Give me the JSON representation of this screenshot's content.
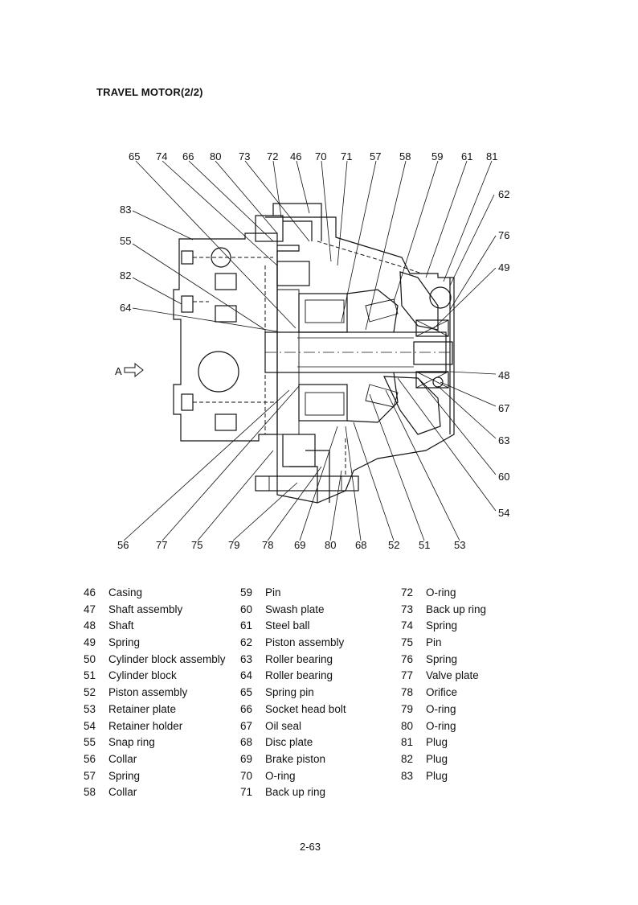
{
  "page": {
    "title": "TRAVEL MOTOR(2/2)",
    "page_number": "2-63"
  },
  "diagram": {
    "view_label": "A",
    "callouts_top": [
      "65",
      "74",
      "66",
      "80",
      "73",
      "72",
      "46",
      "70",
      "71",
      "57",
      "58",
      "59",
      "61",
      "81"
    ],
    "callouts_right": [
      "62",
      "76",
      "49",
      "48",
      "67",
      "63",
      "60",
      "54"
    ],
    "callouts_left": [
      "83",
      "55",
      "82",
      "64"
    ],
    "callouts_bottom": [
      "56",
      "77",
      "75",
      "79",
      "78",
      "69",
      "80",
      "68",
      "52",
      "51",
      "53"
    ]
  },
  "parts": {
    "columns": [
      [
        {
          "num": "46",
          "name": "Casing"
        },
        {
          "num": "47",
          "name": "Shaft assembly"
        },
        {
          "num": "48",
          "name": "Shaft"
        },
        {
          "num": "49",
          "name": "Spring"
        },
        {
          "num": "50",
          "name": "Cylinder block assembly"
        },
        {
          "num": "51",
          "name": "Cylinder block"
        },
        {
          "num": "52",
          "name": "Piston assembly"
        },
        {
          "num": "53",
          "name": "Retainer plate"
        },
        {
          "num": "54",
          "name": "Retainer holder"
        },
        {
          "num": "55",
          "name": "Snap ring"
        },
        {
          "num": "56",
          "name": "Collar"
        },
        {
          "num": "57",
          "name": "Spring"
        },
        {
          "num": "58",
          "name": "Collar"
        }
      ],
      [
        {
          "num": "59",
          "name": "Pin"
        },
        {
          "num": "60",
          "name": "Swash plate"
        },
        {
          "num": "61",
          "name": "Steel ball"
        },
        {
          "num": "62",
          "name": "Piston assembly"
        },
        {
          "num": "63",
          "name": "Roller bearing"
        },
        {
          "num": "64",
          "name": "Roller bearing"
        },
        {
          "num": "65",
          "name": "Spring pin"
        },
        {
          "num": "66",
          "name": "Socket head bolt"
        },
        {
          "num": "67",
          "name": "Oil seal"
        },
        {
          "num": "68",
          "name": "Disc plate"
        },
        {
          "num": "69",
          "name": "Brake piston"
        },
        {
          "num": "70",
          "name": "O-ring"
        },
        {
          "num": "71",
          "name": "Back up ring"
        }
      ],
      [
        {
          "num": "72",
          "name": "O-ring"
        },
        {
          "num": "73",
          "name": "Back up ring"
        },
        {
          "num": "74",
          "name": "Spring"
        },
        {
          "num": " 75",
          "name": "Pin"
        },
        {
          "num": "76",
          "name": "Spring"
        },
        {
          "num": "77",
          "name": "Valve plate"
        },
        {
          "num": "78",
          "name": "Orifice"
        },
        {
          "num": "79",
          "name": "O-ring"
        },
        {
          "num": "80",
          "name": "O-ring"
        },
        {
          "num": "81",
          "name": "Plug"
        },
        {
          "num": "82",
          "name": "Plug"
        },
        {
          "num": "83",
          "name": "Plug"
        }
      ]
    ]
  }
}
